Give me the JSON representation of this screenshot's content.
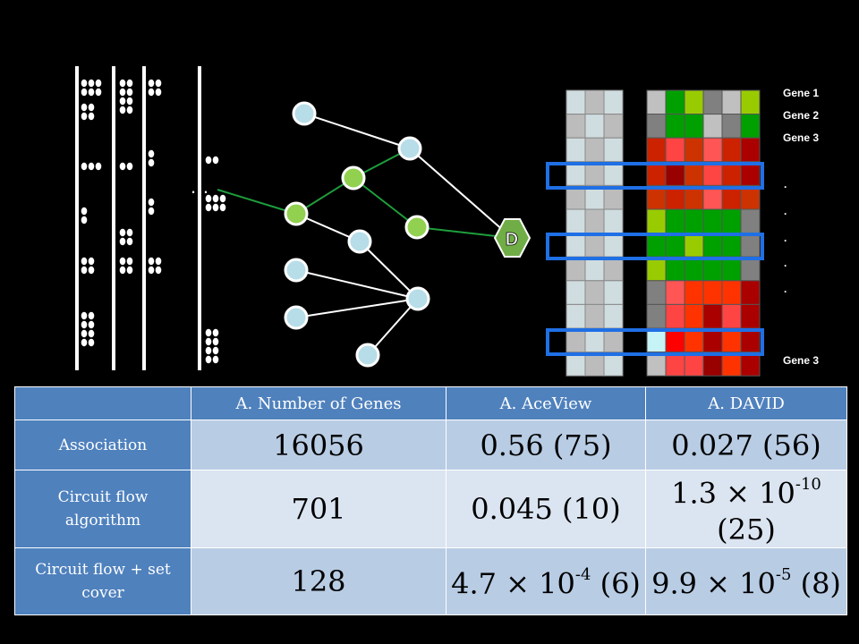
{
  "gene_labels": [
    "Gene 1",
    "Gene 2",
    "Gene 3",
    "Gene 3"
  ],
  "gene_dots": [
    ".",
    ".",
    ".",
    ".",
    "."
  ],
  "node_label_D": "D",
  "ellipsis": "…",
  "table": {
    "headers": [
      "",
      "A.   Number of Genes",
      "A.   AceView",
      "A.   DAVID"
    ],
    "rows": [
      {
        "label": "Association",
        "v1": "16056",
        "v2": "0.56 (75)",
        "v3": {
          "text": "0.027 (56)"
        }
      },
      {
        "label": "Circuit flow algorithm",
        "v1": "701",
        "v2": "0.045 (10)",
        "v3": {
          "base": "1.3 × 10",
          "exp": "-10",
          "tail": "(25)"
        }
      },
      {
        "label": "Circuit flow + set cover",
        "v1": "128",
        "v2": {
          "base": "4.7 × 10",
          "exp": "-4",
          "tail": " (6)"
        },
        "v3": {
          "base": "9.9 × 10",
          "exp": "-5",
          "tail": " (8)"
        }
      }
    ]
  },
  "colors": {
    "node_light": "#b7dde8",
    "node_green": "#92d050",
    "hexagon": "#70ad47",
    "highlight_box": "#1f6fe5",
    "heatmap_green": "#00a000",
    "heatmap_red": "#e03c1e",
    "table_header": "#4f81bd"
  }
}
